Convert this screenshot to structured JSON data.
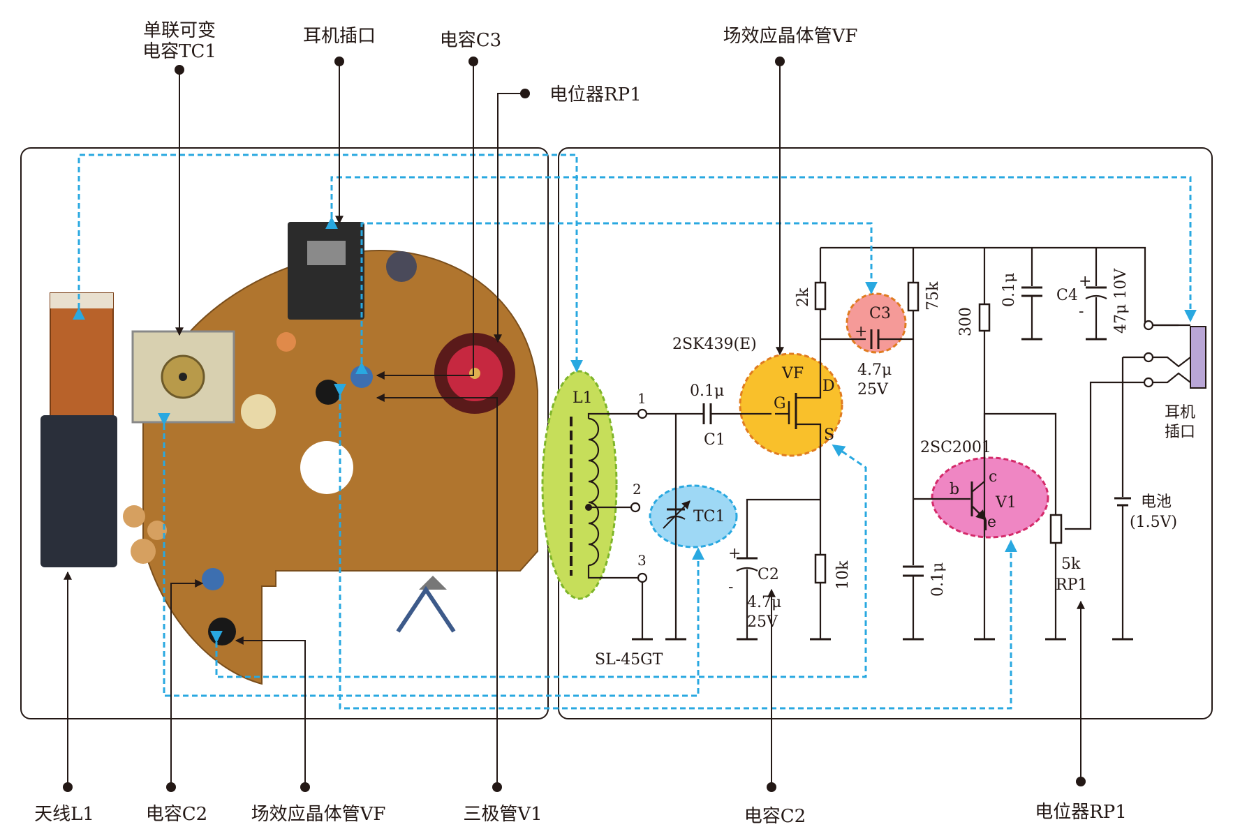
{
  "callouts": {
    "tc1_line1": "单联可变",
    "tc1_line2": "电容TC1",
    "jack_top": "耳机插口",
    "c3_top": "电容C3",
    "rp1_top": "电位器RP1",
    "vf_top": "场效应晶体管VF",
    "antenna_bottom": "天线L1",
    "c2_bottom_left": "电容C2",
    "vf_bottom": "场效应晶体管VF",
    "v1_bottom": "三极管V1",
    "c2_bottom_right": "电容C2",
    "rp1_bottom": "电位器RP1"
  },
  "schematic": {
    "coil": "L1",
    "pin1": "1",
    "pin2": "2",
    "pin3": "3",
    "coil_model": "SL-45GT",
    "c1_value": "0.1μ",
    "c1_name": "C1",
    "tc1_name": "TC1",
    "fet_model": "2SK439(E)",
    "fet_name": "VF",
    "fet_g": "G",
    "fet_d": "D",
    "fet_s": "S",
    "r_2k": "2k",
    "c3_name": "C3",
    "c3_plus": "+",
    "c3_value": "4.7μ",
    "c3_voltage": "25V",
    "r_75k": "75k",
    "r_300": "300",
    "c_01_top": "0.1μ",
    "c4_name": "C4",
    "c4_plus": "+",
    "c4_minus": "-",
    "c4_value": "47μ 10V",
    "c2_name": "C2",
    "c2_plus": "+",
    "c2_minus": "-",
    "c2_value": "4.7μ",
    "c2_voltage": "25V",
    "r_10k": "10k",
    "c_01_bottom": "0.1μ",
    "bjt_model": "2SC2001",
    "bjt_name": "V1",
    "bjt_b": "b",
    "bjt_c": "c",
    "bjt_e": "e",
    "pot_value": "5k",
    "pot_name": "RP1",
    "battery_name": "电池",
    "battery_voltage": "(1.5V)",
    "jack_line1": "耳机",
    "jack_line2": "插口"
  },
  "colors": {
    "dash": "#29a8e0",
    "l1_fill": "#c6de5a",
    "tc1_fill": "#9ed8f5",
    "vf_fill": "#f9c02b",
    "c3_fill": "#f59a98",
    "v1_fill": "#ef86c3",
    "jack_fill": "#b9a6d6",
    "board": "#b0752e"
  }
}
